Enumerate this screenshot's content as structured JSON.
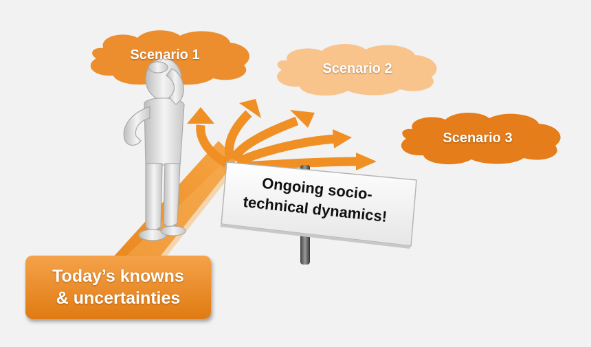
{
  "scenarios": [
    {
      "label": "Scenario 1"
    },
    {
      "label": "Scenario 2"
    },
    {
      "label": "Scenario 3"
    }
  ],
  "sign": {
    "line1": "Ongoing socio-",
    "line2": "technical dynamics!"
  },
  "knowns_box": {
    "line1": "Today’s knowns",
    "line2": "& uncertainties"
  },
  "colors": {
    "accent_orange": "#e8871e",
    "scenario_1_cloud": "#ec8e2e",
    "scenario_2_cloud": "#f9c48c",
    "scenario_3_cloud": "#e57d1a",
    "figure": "#dcdcdc",
    "background": "#f2f2f2"
  },
  "icons": {
    "figure": "thinking-person-icon",
    "arrows": "diverging-arrows-icon",
    "sign": "signpost-icon"
  }
}
